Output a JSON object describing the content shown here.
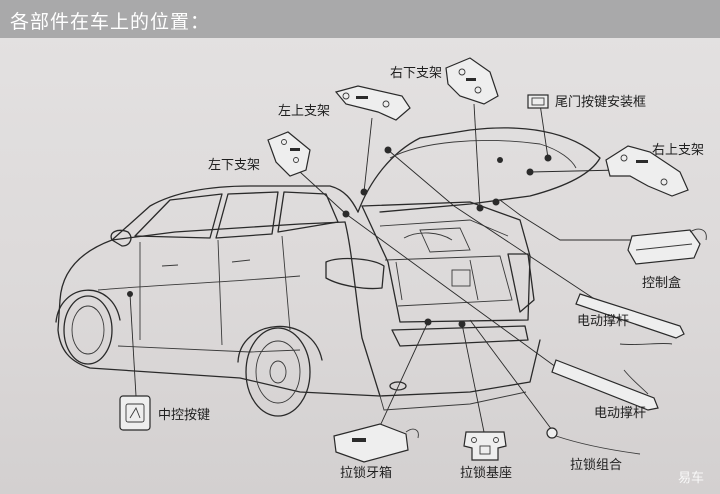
{
  "header": {
    "title": "各部件在车上的位置："
  },
  "labels": {
    "left_lower_bracket": "左下支架",
    "left_upper_bracket": "左上支架",
    "right_lower_bracket": "右下支架",
    "tailgate_button_frame": "尾门按键安装框",
    "right_upper_bracket": "右上支架",
    "control_box": "控制盒",
    "electric_strut_upper": "电动撑杆",
    "electric_strut_lower": "电动撑杆",
    "center_control_button": "中控按键",
    "latch_box": "拉锁牙箱",
    "latch_base": "拉锁基座",
    "latch_assembly": "拉锁组合"
  },
  "watermark": {
    "text": "易车"
  },
  "colors": {
    "header_bg": "#a9a9aa",
    "background": "#dcd9d9",
    "line": "#2a2a2a"
  }
}
